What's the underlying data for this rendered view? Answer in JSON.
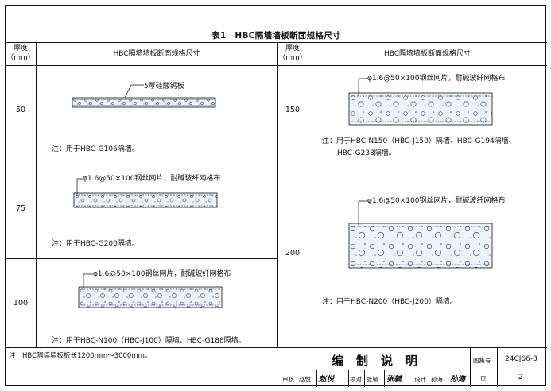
{
  "table": {
    "title": "表1　HBC隔墙墙板断面规格尺寸",
    "col_thickness": "厚度",
    "col_thickness_unit": "（mm）",
    "col_section": "HBC隔墙墙板断面规格尺寸"
  },
  "rows": [
    {
      "thickness": "50",
      "leader": "5厚硅酸钙板",
      "note": "注：用于HBC-G106隔墙。"
    },
    {
      "thickness": "75",
      "leader": "φ1.6@50×100钢丝网片，耐碱玻纤网格布",
      "note": "注：用于HBC-G200隔墙。"
    },
    {
      "thickness": "100",
      "leader": "φ1.6@50×100钢丝网片，耐碱玻纤网格布",
      "note": "注：用于HBC-N100（HBC-J100）隔墙、HBC-G188隔墙。"
    },
    {
      "thickness": "150",
      "leader": "φ1.6@50×100钢丝网片，耐碱玻纤网格布",
      "note": "注：用于HBC-N150（HBC-J150）隔墙、HBC-G194隔墙、",
      "note2": "HBC-G238隔墙。"
    },
    {
      "thickness": "200",
      "leader": "φ1.6@50×100钢丝网片，耐碱玻纤网格布",
      "note": "注：用于HBC-N200（HBC-J200）隔墙。"
    }
  ],
  "footer_note": "注：HBC隔墙墙板板长1200mm～3000mm。",
  "title_block": {
    "name": "编制说明",
    "atlas_label": "图集号",
    "atlas_no": "24CJ66-3",
    "page_label": "页",
    "page_no": "2",
    "review_label": "审核",
    "review_name": "赵悦",
    "review_sig": "赵悦",
    "check_label": "校对",
    "check_name": "张毓",
    "check_sig": "张毓",
    "design_label": "设计",
    "design_name": "孙海",
    "design_sig": "孙海"
  }
}
